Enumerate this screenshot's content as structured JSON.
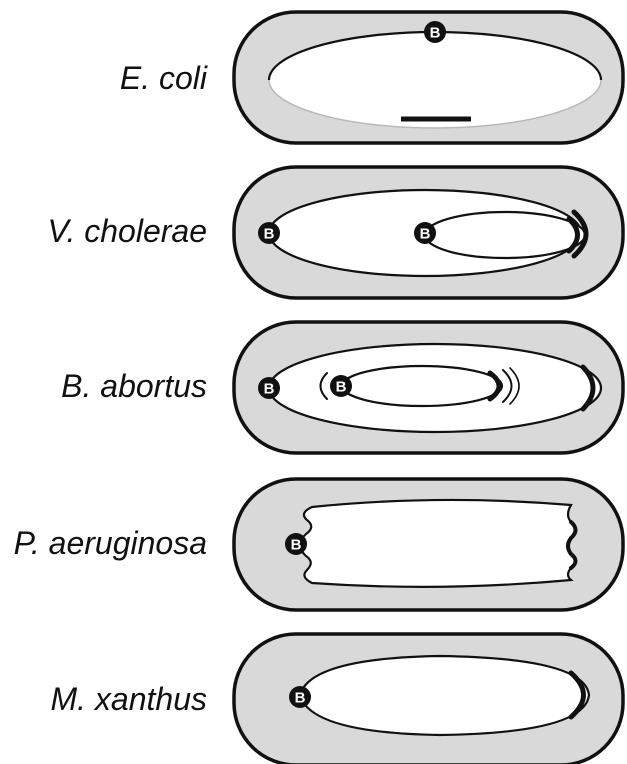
{
  "diagram": {
    "rows": [
      {
        "species": "E. coli"
      },
      {
        "species": "V. cholerae"
      },
      {
        "species": "B. abortus"
      },
      {
        "species": "P. aeruginosa"
      },
      {
        "species": "M. xanthus"
      }
    ],
    "marker_letter": "B"
  }
}
